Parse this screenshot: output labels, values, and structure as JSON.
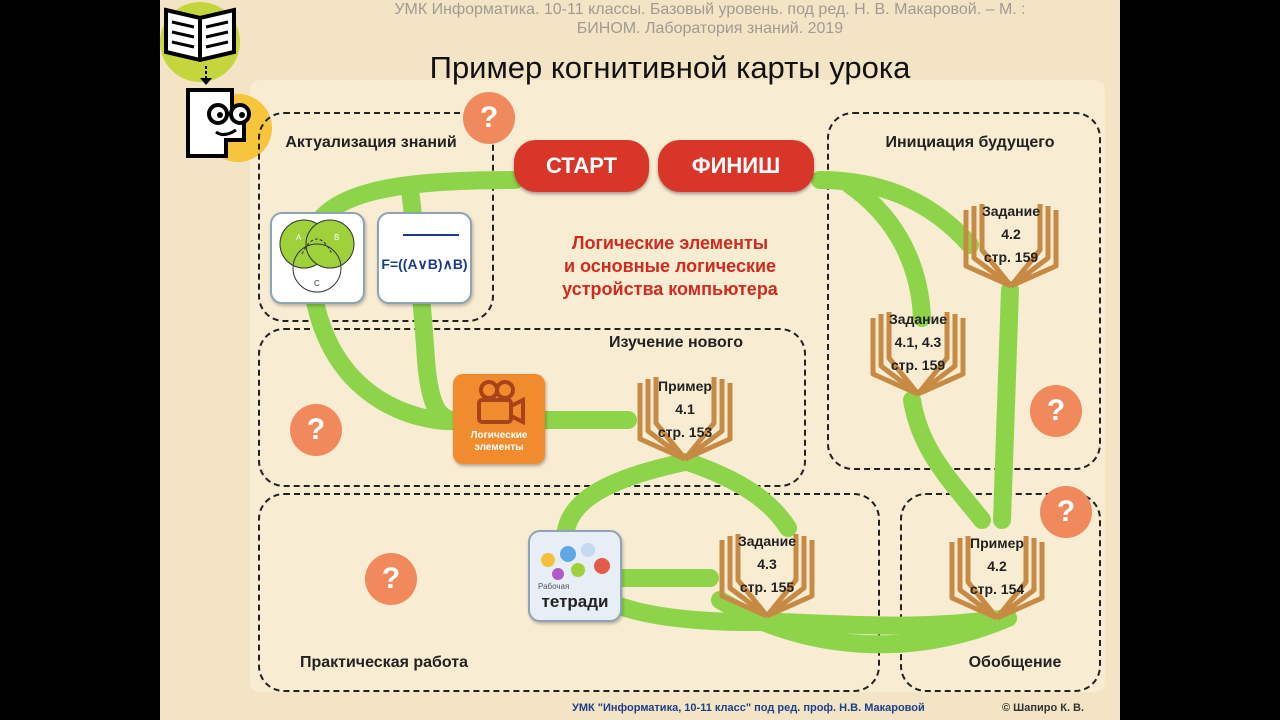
{
  "header": {
    "line1": "УМК Информатика. 10-11 классы. Базовый уровень. под ред. Н. В. Макаровой. – М. :",
    "line2": "БИНОМ. Лаборатория знаний. 2019"
  },
  "title": "Пример когнитивной карты урока",
  "areas": {
    "actualization": "Актуализация знаний",
    "new_material": "Изучение нового",
    "future": "Инициация будущего",
    "practice": "Практическая работа",
    "summary": "Обобщение"
  },
  "buttons": {
    "start": "СТАРТ",
    "finish": "ФИНИШ"
  },
  "topic": {
    "line1": "Логические элементы",
    "line2": "и основные логические",
    "line3": "устройства компьютера"
  },
  "question_mark": "?",
  "formula": "F=((A∨B)∧B)",
  "venn_labels": {
    "a": "A",
    "b": "B",
    "c": "C"
  },
  "video": {
    "line1": "Логические",
    "line2": "элементы"
  },
  "notebooks": {
    "small": "Рабочая",
    "label": "тетради"
  },
  "books": {
    "example_41": {
      "line1": "Пример",
      "line2": "4.1",
      "line3": "стр. 153"
    },
    "task_43": {
      "line1": "Задание",
      "line2": "4.3",
      "line3": "стр. 155"
    },
    "example_42": {
      "line1": "Пример",
      "line2": "4.2",
      "line3": "стр. 154"
    },
    "task_41_43": {
      "line1": "Задание",
      "line2": "4.1, 4.3",
      "line3": "стр. 159"
    },
    "task_42": {
      "line1": "Задание",
      "line2": "4.2",
      "line3": "стр. 159"
    }
  },
  "footer": {
    "left": "УМК \"Информатика, 10-11 класс\" под ред. проф. Н.В. Макаровой",
    "right": "© Шапиро К. В."
  },
  "colors": {
    "path_green": "#8ed44a",
    "start_red": "#d9362a",
    "question_orange": "#f08a5d",
    "book_brown": "#c78a44",
    "topic_red": "#d12a1f"
  }
}
